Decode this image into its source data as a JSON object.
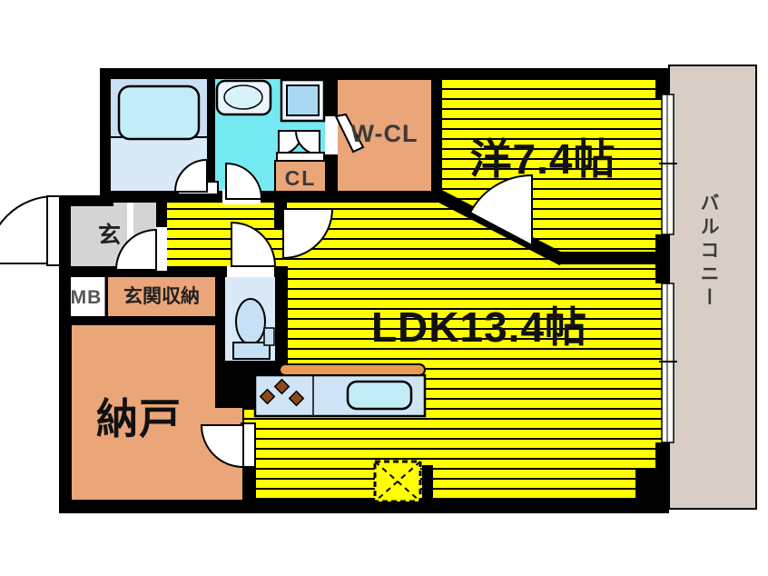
{
  "floorplan": {
    "rooms": {
      "western_room": {
        "label": "洋7.4帖"
      },
      "ldk": {
        "label": "LDK13.4帖"
      },
      "storage_room": {
        "label": "納戸"
      },
      "walk_in_closet": {
        "label": "W-CL"
      },
      "closet": {
        "label": "CL"
      },
      "entrance": {
        "label": "玄"
      },
      "entrance_storage": {
        "label": "玄関収納"
      },
      "meter_box": {
        "label": "MB"
      },
      "balcony": {
        "label": "バルコニー"
      }
    },
    "fixtures": [
      "bathtub",
      "washroom-sink",
      "washing-machine-pan",
      "toilet",
      "kitchen-counter",
      "stove-burners",
      "kitchen-sink",
      "underfloor-storage-hatch"
    ],
    "colors": {
      "room_yellow": "#ffff00",
      "room_orange": "#eaa578",
      "washroom_cyan": "#74e9f1",
      "pale_blue": "#d9e9f8",
      "entrance_gray": "#d4d4d4",
      "balcony_beige": "#d8cec6",
      "counter_orange": "#e89a55",
      "wall_black": "#000000"
    }
  }
}
